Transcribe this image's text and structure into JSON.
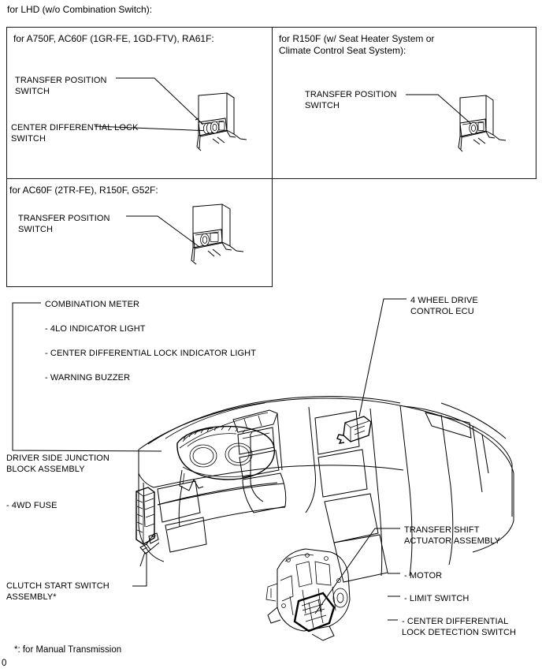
{
  "heading": "for LHD (w/o Combination Switch):",
  "panels": [
    {
      "id": "panel-a",
      "title": "for A750F, AC60F (1GR-FE, 1GD-FTV), RA61F:",
      "callouts": [
        {
          "name": "transfer-position-switch",
          "lines": [
            "TRANSFER POSITION",
            "SWITCH"
          ]
        },
        {
          "name": "center-differential-lock-switch",
          "lines": [
            "CENTER DIFFERENTIAL LOCK",
            "SWITCH"
          ]
        }
      ],
      "illustration": "dash-switch-panel-two-switches"
    },
    {
      "id": "panel-b",
      "title": "for R150F (w/ Seat Heater System or\nClimate Control Seat System):",
      "callouts": [
        {
          "name": "transfer-position-switch",
          "lines": [
            "TRANSFER POSITION",
            "SWITCH"
          ]
        }
      ],
      "illustration": "dash-switch-panel-one-switch"
    },
    {
      "id": "panel-c",
      "title": "for AC60F (2TR-FE), R150F, G52F:",
      "callouts": [
        {
          "name": "transfer-position-switch",
          "lines": [
            "TRANSFER POSITION",
            "SWITCH"
          ]
        }
      ],
      "illustration": "dash-switch-panel-one-switch-wide"
    }
  ],
  "main_diagram": {
    "callouts": [
      {
        "name": "combination-meter",
        "title": "COMBINATION METER",
        "items": [
          "- 4LO INDICATOR LIGHT",
          "- CENTER DIFFERENTIAL LOCK INDICATOR LIGHT",
          "- WARNING BUZZER"
        ]
      },
      {
        "name": "four-wheel-drive-control-ecu",
        "title": "4 WHEEL DRIVE",
        "title2": "CONTROL ECU",
        "items": []
      },
      {
        "name": "driver-side-junction-block-assembly",
        "title": "DRIVER SIDE JUNCTION",
        "title2": "BLOCK ASSEMBLY",
        "items": [
          "- 4WD FUSE"
        ]
      },
      {
        "name": "clutch-start-switch-assembly",
        "title": "CLUTCH START SWITCH",
        "title2": "ASSEMBLY*",
        "items": []
      },
      {
        "name": "transfer-shift-actuator-assembly",
        "title": "TRANSFER SHIFT",
        "title2": "ACTUATOR ASSEMBLY",
        "items": [
          "- MOTOR",
          "- LIMIT SWITCH",
          "- CENTER DIFFERENTIAL",
          "LOCK DETECTION SWITCH"
        ]
      }
    ]
  },
  "footnote": "*: for Manual Transmission",
  "page_mark": "0"
}
